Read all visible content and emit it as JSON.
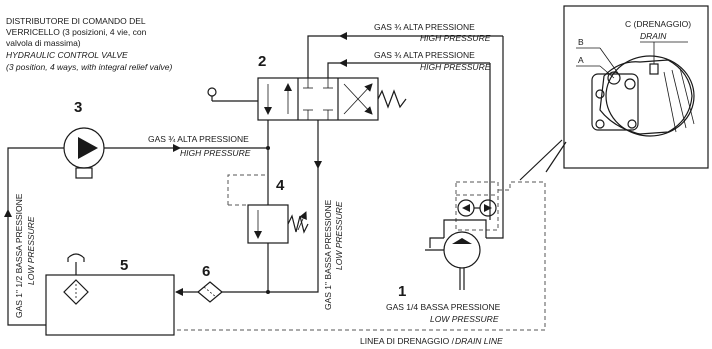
{
  "components": [
    {
      "number": "1"
    },
    {
      "number": "2"
    },
    {
      "number": "3"
    },
    {
      "number": "4"
    },
    {
      "number": "5"
    },
    {
      "number": "6"
    }
  ],
  "valve_note": {
    "it_line1": "DISTRIBUTORE DI COMANDO DEL",
    "it_line2": "VERRICELLO (3 posizioni, 4 vie, con",
    "it_line3": "valvola di massima)",
    "en_line1": "HYDRAULIC CONTROL VALVE",
    "en_line2": "(3 position, 4 ways, with integral relief valve)"
  },
  "labels": {
    "hp_top_it": "GAS ¾ ALTA PRESSIONE",
    "hp_top_en": "HIGH PRESSURE",
    "hp_mid_it": "GAS ¾ ALTA PRESSIONE",
    "hp_mid_en": "HIGH PRESSURE",
    "hp_pump_it": "GAS ¾ ALTA PRESSIONE",
    "hp_pump_en": "HIGH PRESSURE",
    "lp_left_it": "GAS 1\" 1/2 BASSA PRESSIONE",
    "lp_left_en": "LOW PRESSURE",
    "lp_return_it": "GAS 1\" BASSA PRESSIONE",
    "lp_return_en": "LOW PRESSURE",
    "lp_bottom_it": "GAS 1/4 BASSA PRESSIONE",
    "lp_bottom_en": "LOW PRESSURE",
    "drain_line_it": "LINEA DI DRENAGGIO /",
    "drain_line_en": "DRAIN LINE"
  },
  "motor_detail": {
    "port_a": "A",
    "port_b": "B",
    "port_c_it": "C (DRENAGGIO)",
    "port_c_en": "DRAIN"
  },
  "colors": {
    "line": "#1a1a1a",
    "dashed": "#555555",
    "background": "#ffffff"
  }
}
